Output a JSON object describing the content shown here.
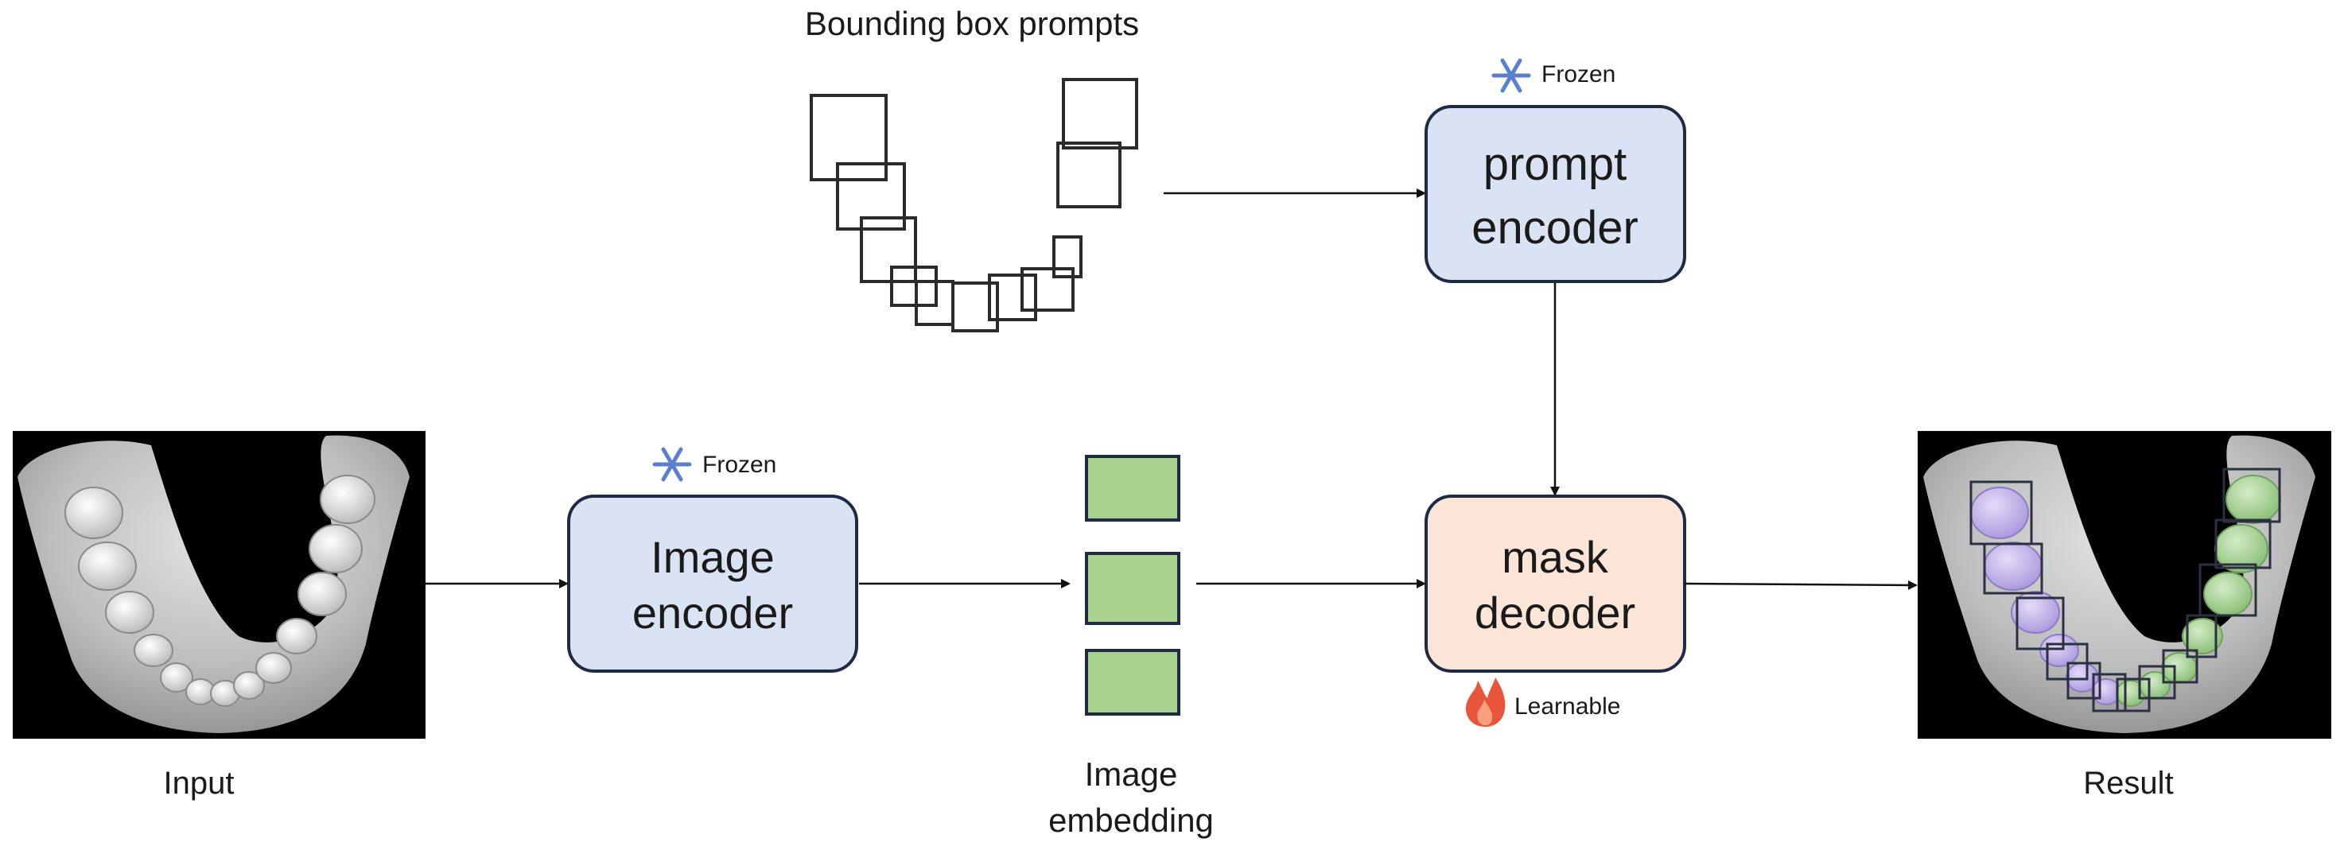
{
  "labels": {
    "bbox_prompts": "Bounding box prompts",
    "input": "Input",
    "result": "Result",
    "embedding_line1": "Image",
    "embedding_line2": "embedding"
  },
  "prompt_encoder": {
    "line1": "prompt",
    "line2": "encoder",
    "badge": "Frozen",
    "badge_icon": "snowflake-icon"
  },
  "image_encoder": {
    "line1": "Image",
    "line2": "encoder",
    "badge": "Frozen",
    "badge_icon": "snowflake-icon"
  },
  "mask_decoder": {
    "line1": "mask",
    "line2": "decoder",
    "badge": "Learnable",
    "badge_icon": "flame-icon"
  },
  "colors": {
    "encoder_fill": "#dae3f3",
    "decoder_fill": "#fbe5d6",
    "embedding_fill": "#a9d18e",
    "border": "#1f2a44",
    "snowflake": "#5b7fd0",
    "flame": "#e8553a",
    "purple_mask": "#b9a7e6",
    "green_mask": "#9fd08c"
  }
}
